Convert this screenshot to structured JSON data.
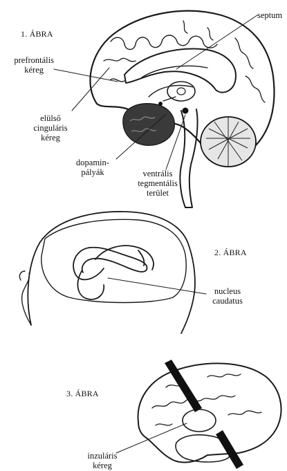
{
  "figures": {
    "fig1": {
      "title": "1. ÁBRA",
      "labels": {
        "septum": "septum",
        "prefrontal_1": "prefrontális",
        "prefrontal_2": "kéreg",
        "anterior_cingulate_1": "elülső",
        "anterior_cingulate_2": "cinguláris",
        "anterior_cingulate_3": "kéreg",
        "dopamine_1": "dopamin-",
        "dopamine_2": "pályák",
        "vta_1": "ventrális",
        "vta_2": "tegmentális",
        "vta_3": "terület"
      }
    },
    "fig2": {
      "title": "2. ÁBRA",
      "labels": {
        "caudate_1": "nucleus",
        "caudate_2": "caudatus"
      }
    },
    "fig3": {
      "title": "3. ÁBRA",
      "labels": {
        "insula_1": "inzuláris",
        "insula_2": "kéreg"
      }
    }
  }
}
